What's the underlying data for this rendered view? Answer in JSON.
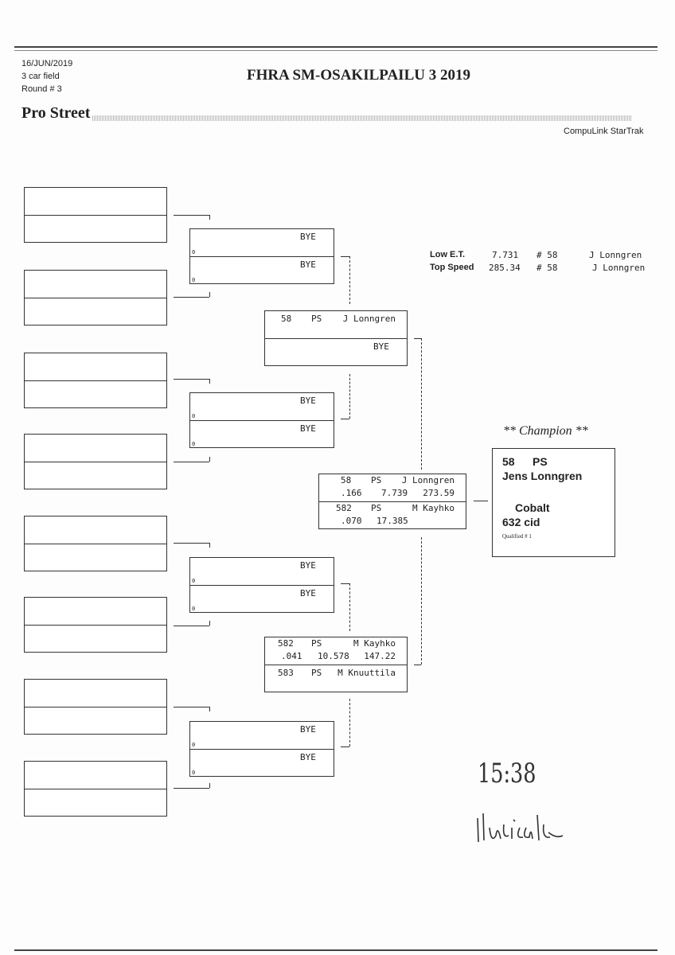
{
  "header": {
    "date": "16/JUN/2019",
    "field": "3 car field",
    "round": "Round # 3",
    "title": "FHRA SM-OSAKILPAILU 3 2019",
    "class": "Pro Street",
    "software": "CompuLink StarTrak"
  },
  "records": {
    "low_et_label": "Low  E.T.",
    "low_et_value": "7.731",
    "low_et_car": "# 58",
    "low_et_driver": "J Lonngren",
    "top_speed_label": "Top Speed",
    "top_speed_value": "285.34",
    "top_speed_car": "# 58",
    "top_speed_driver": "J Lonngren"
  },
  "round2": {
    "bye": "BYE",
    "zero": "0"
  },
  "round3": [
    {
      "top": {
        "car": "58",
        "class": "PS",
        "driver": "J Lonngren"
      },
      "bottom": {
        "driver": "BYE"
      }
    },
    {
      "top": {
        "car": "582",
        "class": "PS",
        "driver": "M Kayhko",
        "rt": ".041",
        "et": "10.578",
        "mph": "147.22"
      },
      "bottom": {
        "car": "583",
        "class": "PS",
        "driver": "M Knuuttila"
      }
    }
  ],
  "final": {
    "top": {
      "car": "58",
      "class": "PS",
      "driver": "J Lonngren",
      "rt": ".166",
      "et": "7.739",
      "mph": "273.59"
    },
    "bottom": {
      "car": "582",
      "class": "PS",
      "driver": "M Kayhko",
      "rt": ".070",
      "et": "17.385"
    }
  },
  "champion": {
    "heading": "** Champion **",
    "car": "58",
    "class": "PS",
    "name": "Jens Lonngren",
    "make": "Cobalt",
    "engine": "632 cid",
    "qualified": "Qualified # 1"
  },
  "handwriting": {
    "time": "15:38"
  }
}
